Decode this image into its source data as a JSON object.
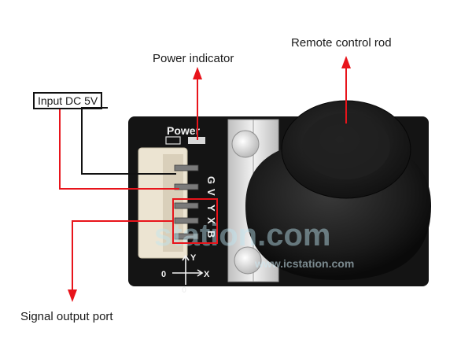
{
  "callouts": {
    "remote_control_rod": "Remote control rod",
    "power_indicator": "Power indicator",
    "input_dc": "Input DC 5V",
    "signal_output_port": "Signal output port"
  },
  "board": {
    "power_label": "Power",
    "pin_labels": [
      "G",
      "V",
      "Y",
      "X",
      "B"
    ],
    "axis_labels": {
      "origin_y": "0",
      "origin_x": "0",
      "x": "X",
      "y": "Y"
    }
  },
  "watermark": {
    "main": "station.com",
    "sub": "www.icstation.com"
  },
  "colors": {
    "arrow_red": "#e8141b",
    "wire_dark": "#111111",
    "board": "#141414",
    "connector": "#ece4d2",
    "knob": "#1c1c1c",
    "standoff": "#d4d4d4"
  }
}
